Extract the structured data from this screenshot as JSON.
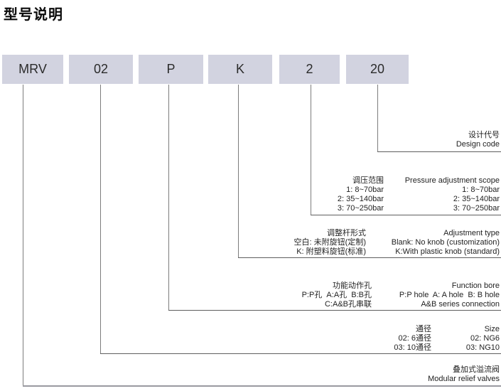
{
  "title": "型号说明",
  "model_code": {
    "boxes": [
      "MRV",
      "02",
      "P",
      "K",
      "2",
      "20"
    ]
  },
  "sections": {
    "design_code": {
      "cn": "设计代号",
      "en": "Design code"
    },
    "pressure": {
      "header": {
        "cn": "调压范围",
        "en": "Pressure adjustment scope"
      },
      "rows": [
        {
          "cn": "1: 8~70bar",
          "en": "1: 8~70bar"
        },
        {
          "cn": "2: 35~140bar",
          "en": "2: 35~140bar"
        },
        {
          "cn": "3: 70~250bar",
          "en": "3: 70~250bar"
        }
      ]
    },
    "adjustment": {
      "header": {
        "cn": "调整杆形式",
        "en": "Adjustment type"
      },
      "rows": [
        {
          "cn": "空白: 未附旋钮(定制)",
          "en": "Blank: No knob (customization)"
        },
        {
          "cn": "K: 附塑料旋钮(标准)",
          "en": "K:With plastic knob (standard)"
        }
      ]
    },
    "function_bore": {
      "header": {
        "cn": "功能动作孔",
        "en": "Function bore"
      },
      "rows": [
        {
          "cn": "P:P孔  A:A孔  B:B孔",
          "en": "P:P hole  A: A hole  B: B hole"
        },
        {
          "cn": "C:A&B孔串联",
          "en": "A&B series connection"
        }
      ]
    },
    "size": {
      "header": {
        "cn": "通径",
        "en": "Size"
      },
      "rows": [
        {
          "cn": "02: 6通径",
          "en": "02: NG6"
        },
        {
          "cn": "03: 10通径",
          "en": "03: NG10"
        }
      ]
    },
    "product": {
      "cn": "叠加式溢流阀",
      "en": "Modular relief valves"
    }
  },
  "colors": {
    "box_fill": "#d2d3e0",
    "connector_line": "#7d7d7d",
    "text": "#1f1f1f"
  }
}
